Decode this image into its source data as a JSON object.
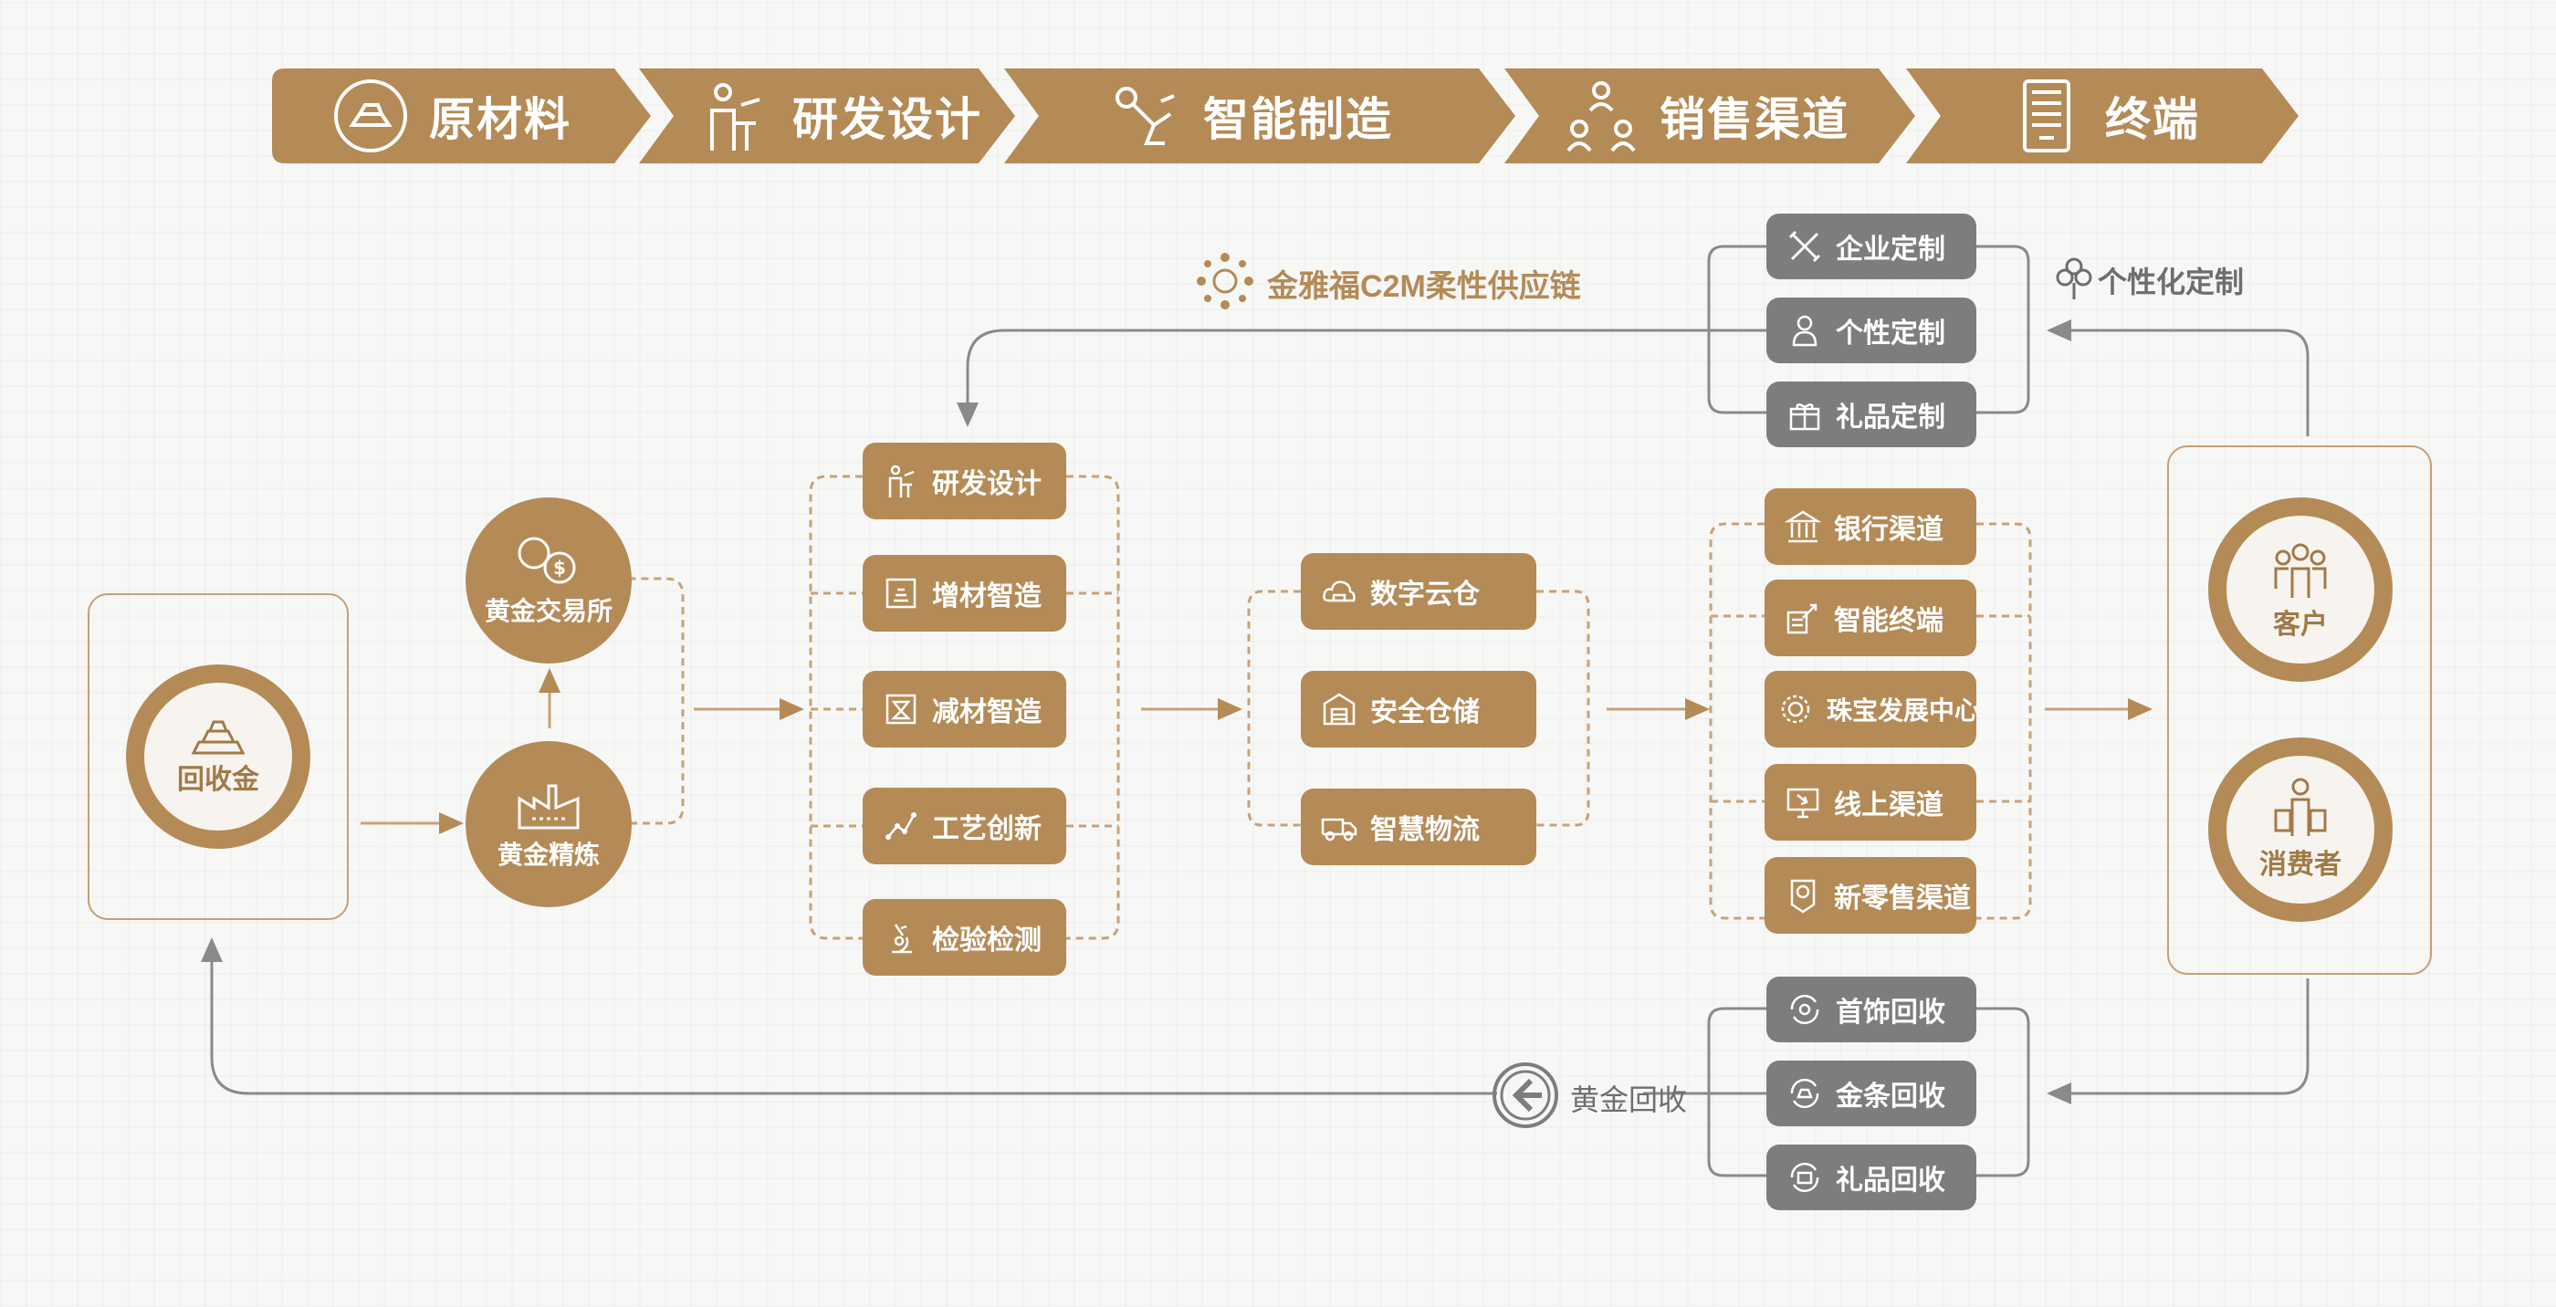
{
  "banner": {
    "stages": [
      {
        "label": "原材料",
        "icon": "gold-bars-icon"
      },
      {
        "label": "研发设计",
        "icon": "designer-icon"
      },
      {
        "label": "智能制造",
        "icon": "robot-arm-icon"
      },
      {
        "label": "销售渠道",
        "icon": "sales-network-icon"
      },
      {
        "label": "终端",
        "icon": "terminal-icon"
      }
    ]
  },
  "supply_chain_title": "金雅福C2M柔性供应链",
  "recycle": {
    "label": "回收金",
    "icon": "gold-bars-icon"
  },
  "refining": {
    "label": "黄金精炼",
    "icon": "factory-icon"
  },
  "exchange": {
    "label": "黄金交易所",
    "icon": "currency-exchange-icon"
  },
  "rd_column": [
    {
      "label": "研发设计",
      "icon": "designer-icon"
    },
    {
      "label": "增材智造",
      "icon": "additive-icon"
    },
    {
      "label": "减材智造",
      "icon": "subtractive-icon"
    },
    {
      "label": "工艺创新",
      "icon": "process-icon"
    },
    {
      "label": "检验检测",
      "icon": "microscope-icon"
    }
  ],
  "warehouse_column": [
    {
      "label": "数字云仓",
      "icon": "cloud-warehouse-icon"
    },
    {
      "label": "安全仓储",
      "icon": "warehouse-icon"
    },
    {
      "label": "智慧物流",
      "icon": "truck-icon"
    }
  ],
  "channel_column": [
    {
      "label": "银行渠道",
      "icon": "bank-icon"
    },
    {
      "label": "智能终端",
      "icon": "smart-terminal-icon"
    },
    {
      "label": "珠宝发展中心",
      "icon": "jewel-icon"
    },
    {
      "label": "线上渠道",
      "icon": "online-icon"
    },
    {
      "label": "新零售渠道",
      "icon": "retail-icon"
    }
  ],
  "custom_column": [
    {
      "label": "企业定制",
      "icon": "tools-icon"
    },
    {
      "label": "个性定制",
      "icon": "person-icon"
    },
    {
      "label": "礼品定制",
      "icon": "gift-icon"
    }
  ],
  "custom_title": "个性化定制",
  "recycle_column": [
    {
      "label": "首饰回收",
      "icon": "ring-recycle-icon"
    },
    {
      "label": "金条回收",
      "icon": "bar-recycle-icon"
    },
    {
      "label": "礼品回收",
      "icon": "gift-recycle-icon"
    }
  ],
  "gold_recycle_title": "黄金回收",
  "terminal": {
    "customer": {
      "label": "客户",
      "icon": "group-icon"
    },
    "consumer": {
      "label": "消费者",
      "icon": "shopper-icon"
    }
  },
  "colors": {
    "gold": "#b48a56",
    "gray": "#7d7d7d",
    "line": "#8a8a8a"
  }
}
